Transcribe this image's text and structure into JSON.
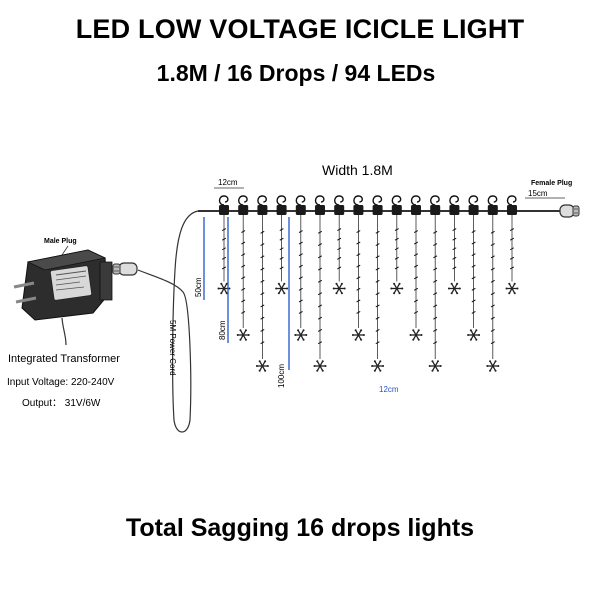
{
  "title": "LED LOW VOLTAGE ICICLE LIGHT",
  "subtitle": "1.8M / 16 Drops / 94 LEDs",
  "footer": "Total Sagging 16 drops lights",
  "width_label": "Width 1.8M",
  "spacing_label": "12cm",
  "end_spacing_label": "15cm",
  "bottom_spacing_label": "12cm",
  "female_plug_label": "Female Plug",
  "male_plug_label": "Male Plug",
  "power_cord_label": "5M Power Cord",
  "drop_lengths": [
    "50cm",
    "80cm",
    "100cm"
  ],
  "transformer": {
    "name": "Integrated Transformer",
    "input": "Input Voltage: 220-240V",
    "output": "Output： 31V/6W"
  },
  "drops": {
    "count": 16,
    "length_pattern_cm": [
      50,
      80,
      100
    ]
  },
  "colors": {
    "wire": "#333333",
    "measure_line": "#2255cc",
    "bottom_label": "#2255cc"
  }
}
